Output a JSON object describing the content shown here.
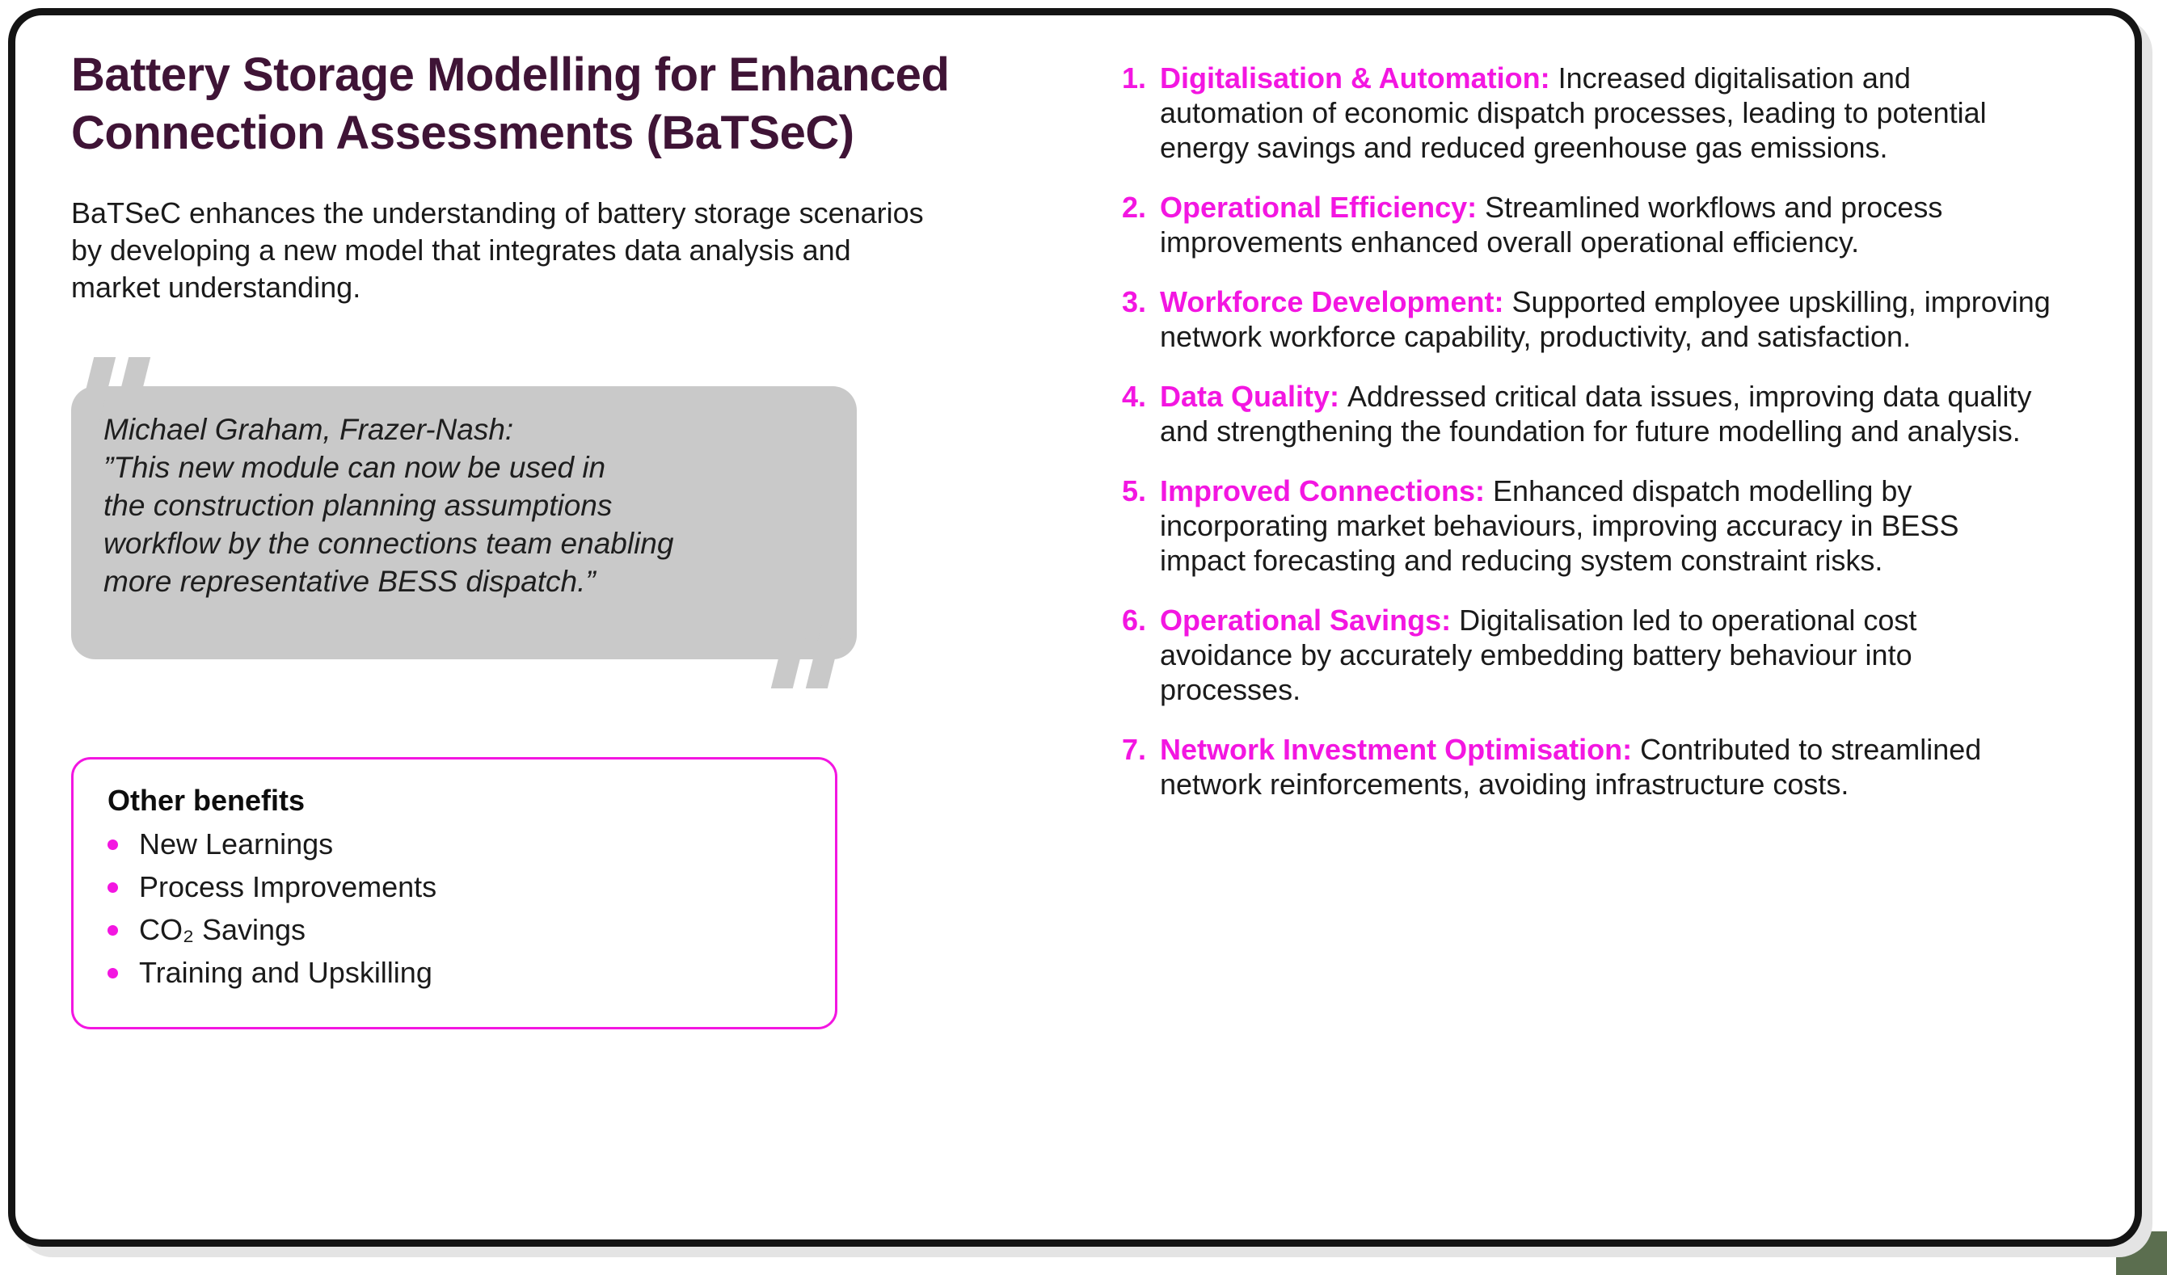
{
  "header": {
    "title": "Battery Storage Modelling for Enhanced\nConnection Assessments (BaTSeC)",
    "intro": "BaTSeC enhances the understanding of battery storage scenarios\nby developing a new model that integrates data analysis and\nmarket understanding."
  },
  "quote": {
    "attribution": "Michael Graham, Frazer-Nash:",
    "text": "”This new module can now be used in\nthe construction planning assumptions\nworkflow by the connections team enabling\nmore representative BESS dispatch.”"
  },
  "benefits": {
    "heading": "Other benefits",
    "items": [
      "New Learnings",
      "Process Improvements",
      "CO₂ Savings",
      "Training and Upskilling"
    ]
  },
  "impacts": [
    {
      "num": "1.",
      "label": "Digitalisation & Automation:",
      "text": "Increased digitalisation and\nautomation of economic dispatch processes, leading to potential\nenergy savings and reduced greenhouse gas emissions."
    },
    {
      "num": "2.",
      "label": "Operational Efficiency:",
      "text": "Streamlined workflows and process\nimprovements enhanced overall operational efficiency."
    },
    {
      "num": "3.",
      "label": "Workforce Development:",
      "text": "Supported employee upskilling, improving\nnetwork workforce capability, productivity, and satisfaction."
    },
    {
      "num": "4.",
      "label": "Data Quality:",
      "text": "Addressed critical data issues, improving data quality\nand strengthening the foundation for future modelling and analysis."
    },
    {
      "num": "5.",
      "label": "Improved Connections:",
      "text": "Enhanced dispatch modelling by\nincorporating market behaviours, improving accuracy in BESS\nimpact forecasting and reducing system constraint risks."
    },
    {
      "num": "6.",
      "label": "Operational Savings:",
      "text": "Digitalisation led to operational cost\navoidance by accurately embedding battery behaviour into\nprocesses."
    },
    {
      "num": "7.",
      "label": "Network Investment Optimisation:",
      "text": "Contributed to streamlined\nnetwork reinforcements, avoiding infrastructure costs."
    }
  ],
  "colors": {
    "accent_magenta": "#f316e1",
    "title_plum": "#3f1436",
    "quote_gray": "#c9c9c9",
    "card_border": "#141414",
    "shadow_gray": "#e4e4e4",
    "body_text": "#1a1a1a"
  }
}
